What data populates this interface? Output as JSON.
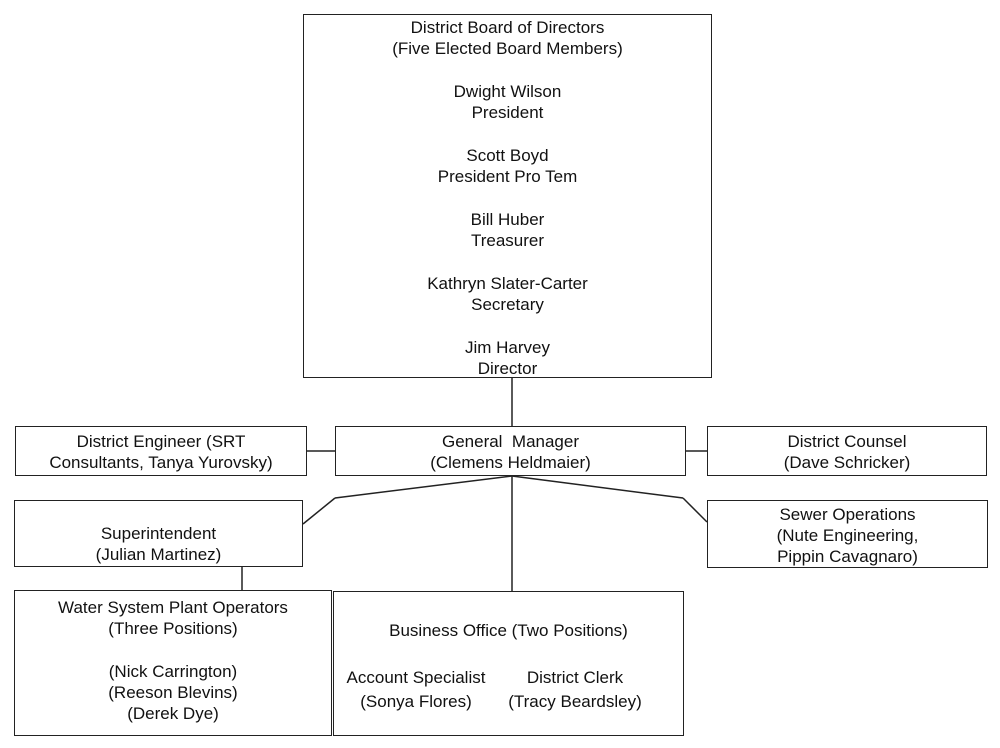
{
  "board": {
    "title": "District Board of Directors",
    "subtitle": "(Five Elected Board Members)",
    "members": [
      {
        "name": "Dwight Wilson",
        "role": "President"
      },
      {
        "name": "Scott Boyd",
        "role": "President Pro Tem"
      },
      {
        "name": "Bill Huber",
        "role": "Treasurer"
      },
      {
        "name": "Kathryn Slater-Carter",
        "role": "Secretary"
      },
      {
        "name": "Jim Harvey",
        "role": "Director"
      }
    ]
  },
  "engineer": {
    "line1": "District Engineer (SRT",
    "line2": "Consultants, Tanya Yurovsky)"
  },
  "general_manager": {
    "line1": "General  Manager",
    "line2": "(Clemens Heldmaier)"
  },
  "counsel": {
    "line1": "District Counsel",
    "line2": "(Dave Schricker)"
  },
  "superintendent": {
    "line1": "Superintendent",
    "line2": "(Julian Martinez)"
  },
  "sewer": {
    "line1": "Sewer Operations",
    "line2": "(Nute Engineering,",
    "line3": "Pippin Cavagnaro)"
  },
  "operators": {
    "title": "Water System Plant Operators",
    "subtitle": "(Three Positions)",
    "staff": [
      "(Nick Carrington)",
      "(Reeson Blevins)",
      "(Derek Dye)"
    ]
  },
  "business": {
    "title": "Business Office (Two Positions)",
    "positions": [
      {
        "title": "Account Specialist",
        "name": "(Sonya Flores)"
      },
      {
        "title": "District Clerk",
        "name": "(Tracy Beardsley)"
      }
    ]
  }
}
